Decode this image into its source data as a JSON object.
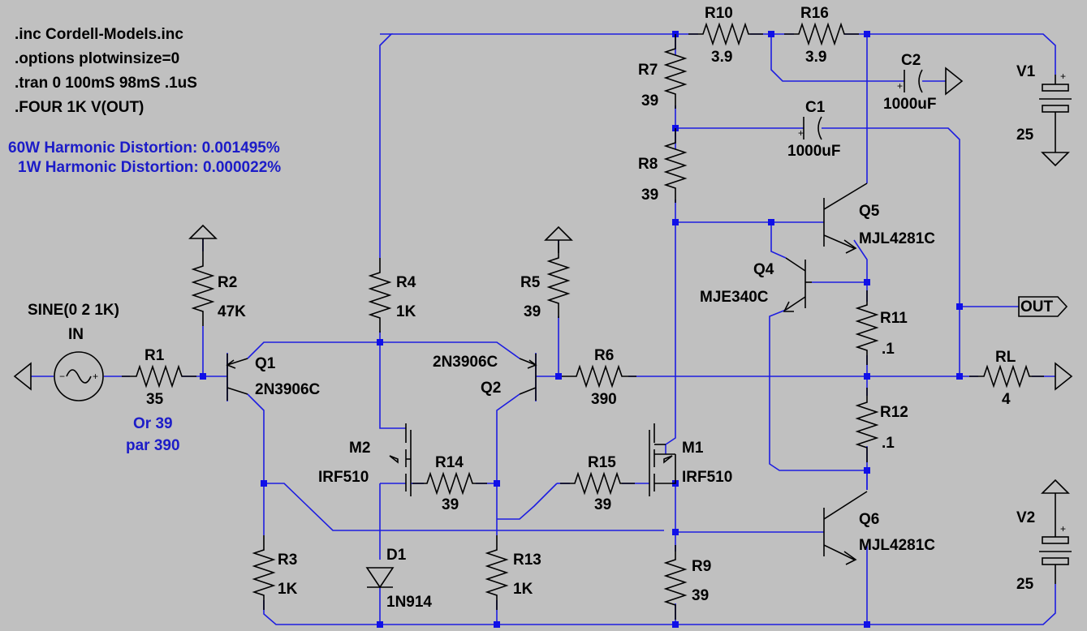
{
  "directives": [
    ".inc Cordell-Models.inc",
    ".options plotwinsize=0",
    ".tran 0 100mS 98mS .1uS",
    ".FOUR 1K V(OUT)"
  ],
  "notes": {
    "distortion_60w": "60W Harmonic Distortion: 0.001495%",
    "distortion_1w": "1W Harmonic Distortion: 0.000022%",
    "r1_alt_1": "Or 39",
    "r1_alt_2": "par 390"
  },
  "components": {
    "r1": {
      "name": "R1",
      "value": "35"
    },
    "r2": {
      "name": "R2",
      "value": "47K"
    },
    "r3": {
      "name": "R3",
      "value": "1K"
    },
    "r4": {
      "name": "R4",
      "value": "1K"
    },
    "r5": {
      "name": "R5",
      "value": "39"
    },
    "r6": {
      "name": "R6",
      "value": "390"
    },
    "r7": {
      "name": "R7",
      "value": "39"
    },
    "r8": {
      "name": "R8",
      "value": "39"
    },
    "r9": {
      "name": "R9",
      "value": "39"
    },
    "r10": {
      "name": "R10",
      "value": "3.9"
    },
    "r11": {
      "name": "R11",
      "value": ".1"
    },
    "r12": {
      "name": "R12",
      "value": ".1"
    },
    "r13": {
      "name": "R13",
      "value": "1K"
    },
    "r14": {
      "name": "R14",
      "value": "39"
    },
    "r15": {
      "name": "R15",
      "value": "39"
    },
    "r16": {
      "name": "R16",
      "value": "3.9"
    },
    "rl": {
      "name": "RL",
      "value": "4"
    },
    "c1": {
      "name": "C1",
      "value": "1000uF"
    },
    "c2": {
      "name": "C2",
      "value": "1000uF"
    },
    "q1": {
      "name": "Q1",
      "value": "2N3906C"
    },
    "q2": {
      "name": "Q2",
      "value": "2N3906C"
    },
    "q4": {
      "name": "Q4",
      "value": "MJE340C"
    },
    "q5": {
      "name": "Q5",
      "value": "MJL4281C"
    },
    "q6": {
      "name": "Q6",
      "value": "MJL4281C"
    },
    "m1": {
      "name": "M1",
      "value": "IRF510"
    },
    "m2": {
      "name": "M2",
      "value": "IRF510"
    },
    "d1": {
      "name": "D1",
      "value": "1N914"
    },
    "v1": {
      "name": "V1",
      "value": "25"
    },
    "v2": {
      "name": "V2",
      "value": "25"
    },
    "vin": {
      "name": "IN",
      "value": "SINE(0 2 1K)"
    }
  },
  "ports": {
    "out": "OUT"
  },
  "polarity": {
    "plus": "+",
    "minus": "−"
  }
}
